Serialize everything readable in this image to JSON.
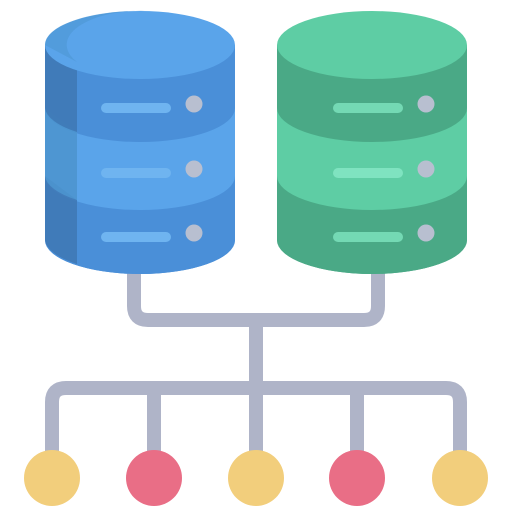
{
  "illustration": {
    "icon": "database-network-icon",
    "databases": [
      {
        "name": "blue-database",
        "icon": "database-icon",
        "colors": {
          "top": "#5aa4ea",
          "body": "#4a8fd8",
          "band": "#5aa4ea",
          "shade": "#3f79b6",
          "shade_light": "#4d95cf",
          "slot": "#6fb4f0",
          "led": "#b8bfd0"
        }
      },
      {
        "name": "green-database",
        "icon": "database-icon",
        "colors": {
          "top": "#5ecda4",
          "body": "#4aa986",
          "band": "#5ecda4",
          "slot": "#74d9b4",
          "slot_light": "#7fe3c0",
          "led": "#b8bfd0"
        }
      }
    ],
    "connector_color": "#afb4c8",
    "nodes": [
      {
        "name": "node-1",
        "color": "#f2ce7c"
      },
      {
        "name": "node-2",
        "color": "#e96e86"
      },
      {
        "name": "node-3",
        "color": "#f2ce7c"
      },
      {
        "name": "node-4",
        "color": "#e96e86"
      },
      {
        "name": "node-5",
        "color": "#f2ce7c"
      }
    ]
  }
}
